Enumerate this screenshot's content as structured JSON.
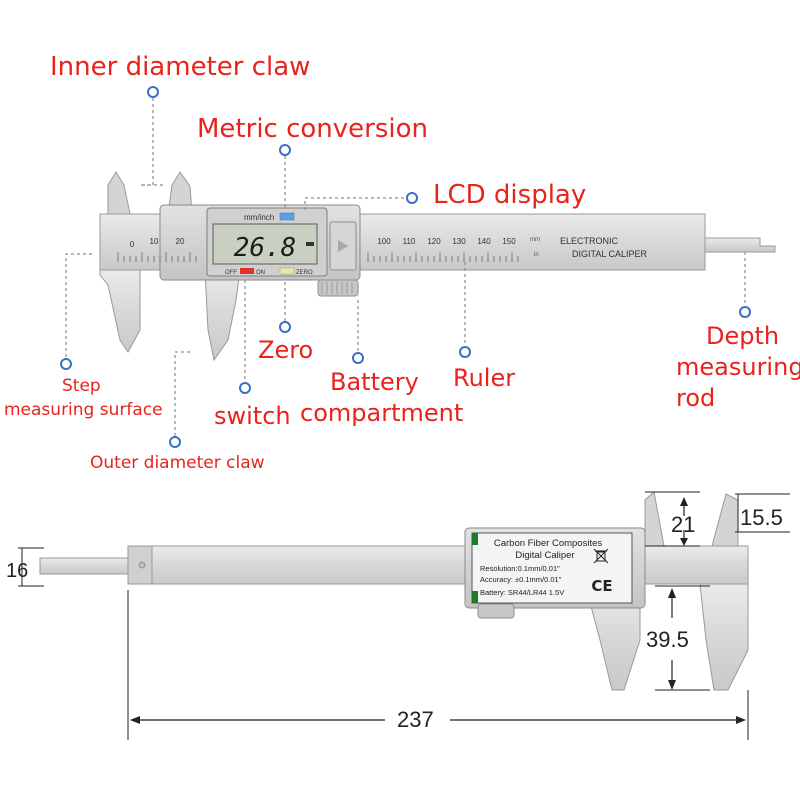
{
  "callouts": {
    "inner_diameter_claw": "Inner diameter claw",
    "metric_conversion": "Metric conversion",
    "lcd_display": "LCD display",
    "zero": "Zero",
    "battery_line1": "Battery",
    "battery_line2": "compartment",
    "ruler": "Ruler",
    "depth_line1": "Depth",
    "depth_line2": "measuring",
    "depth_line3": "rod",
    "step_line1": "Step",
    "step_line2": "measuring surface",
    "switch": "switch",
    "outer_diameter_claw": "Outer diameter claw"
  },
  "caliper_front": {
    "lcd_value": "26.8",
    "mm_inch": "mm/inch",
    "off": "OFF",
    "on": "ON",
    "zero": "ZERO",
    "brand_line1": "ELECTRONIC",
    "brand_line2": "DIGITAL CALIPER",
    "scale_left": [
      "0",
      "10",
      "20"
    ],
    "scale_right": [
      "100",
      "110",
      "120",
      "130",
      "140",
      "150"
    ],
    "unit_mm": "mm",
    "unit_in": "in"
  },
  "caliper_back": {
    "label_line1": "Carbon Fiber Composites",
    "label_line2": "Digital Caliper",
    "resolution": "Resolution:0.1mm/0.01\"",
    "accuracy": "Accuracy: ±0.1mm/0.01\"",
    "battery": "Battery: SR44/LR44 1.5V",
    "ce_mark": "CE"
  },
  "dimensions": {
    "depth_rod": "16",
    "jaw_top": "21",
    "jaw_tip": "15.5",
    "jaw_length": "39.5",
    "total_length": "237"
  },
  "colors": {
    "label_red": "#e8231c",
    "caliper_body": "#dcdcdc",
    "caliper_edge": "#9a9a9a",
    "lcd_bg": "#c9d0c2",
    "marker_blue": "#3a6fc6",
    "leader_gray": "#8c8c8c",
    "ce_label_bg": "#f4f4f4"
  }
}
